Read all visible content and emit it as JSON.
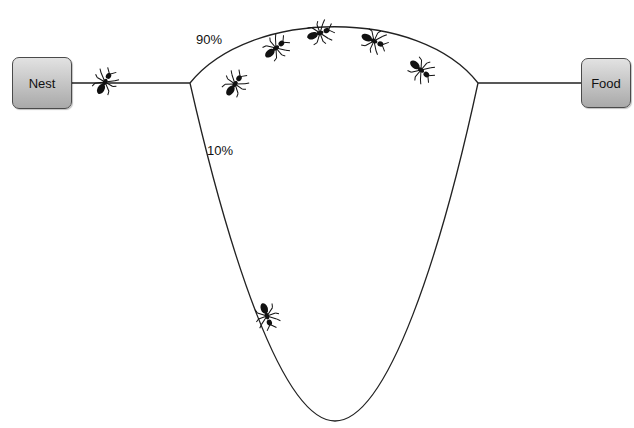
{
  "diagram": {
    "nodes": [
      {
        "text": [
          "Nest"
        ]
      },
      {
        "text": [
          "Food"
        ]
      }
    ],
    "edges": [
      {
        "from": 0,
        "to": 1,
        "arrow": "none"
      }
    ],
    "labels": [
      "90%",
      "10%"
    ]
  }
}
